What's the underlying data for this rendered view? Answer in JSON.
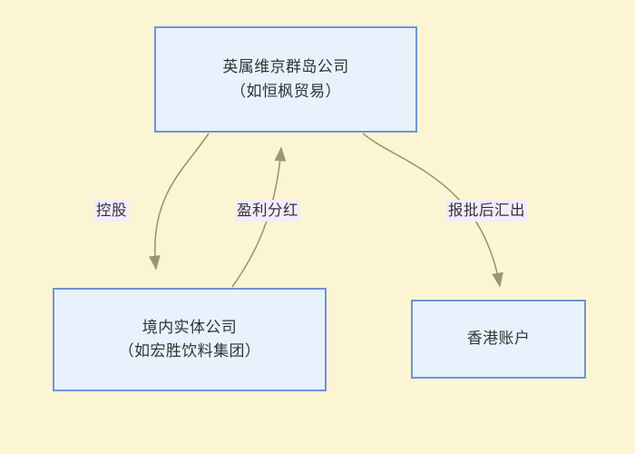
{
  "diagram": {
    "title": "BVI offshore structure flow",
    "background_color": "#fcf5d3",
    "node_fill_color": "#e7f2fd",
    "node_border_color": "#6f94d6",
    "edge_color": "#9a9672",
    "label_background_color": "#f3ecfc",
    "text_color": "#333333",
    "nodes": [
      {
        "id": "bvi",
        "line1": "英属维京群岛公司",
        "line2": "（如恒枫贸易）"
      },
      {
        "id": "domestic",
        "line1": "境内实体公司",
        "line2": "（如宏胜饮料集团）"
      },
      {
        "id": "hk",
        "line1": "香港账户"
      }
    ],
    "edges": [
      {
        "id": "holding",
        "label": "控股",
        "from": "bvi",
        "to": "domestic"
      },
      {
        "id": "dividend",
        "label": "盈利分红",
        "from": "domestic",
        "to": "bvi"
      },
      {
        "id": "remit",
        "label": "报批后汇出",
        "from": "bvi",
        "to": "hk"
      }
    ]
  }
}
